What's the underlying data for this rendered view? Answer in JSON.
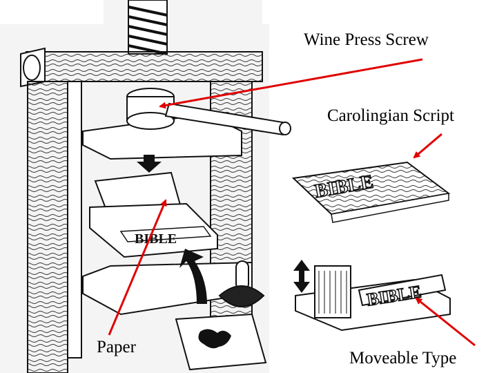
{
  "labels": {
    "wine_press_screw": "Wine Press Screw",
    "carolingian_script": "Carolingian Script",
    "paper": "Paper",
    "moveable_type": "Moveable Type"
  },
  "type_block_letters": "BIBLE",
  "colors": {
    "arrow": "#e00000",
    "ink": "#111111",
    "wood": "#ffffff",
    "background": "#ffffff"
  }
}
